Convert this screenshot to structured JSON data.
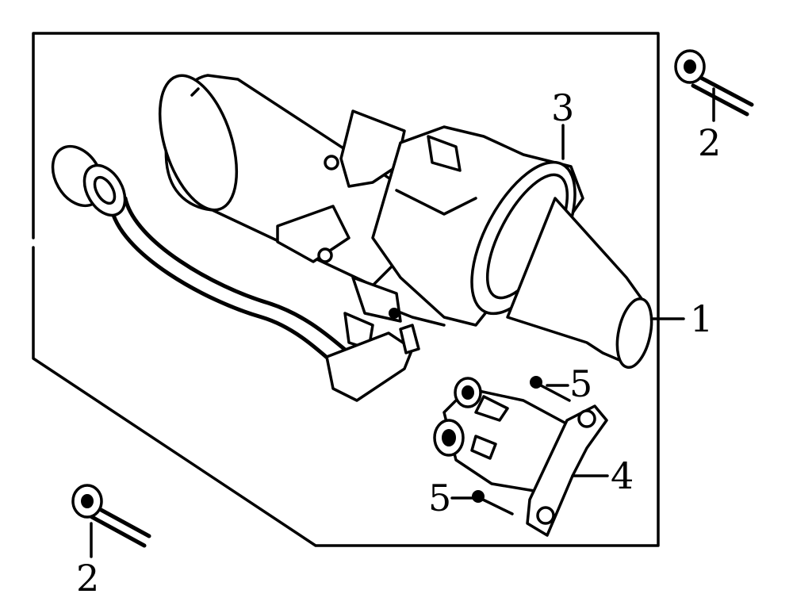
{
  "callouts": {
    "c1": "1",
    "c2_top": "2",
    "c2_bottom": "2",
    "c3": "3",
    "c4": "4",
    "c5_upper": "5",
    "c5_lower": "5"
  },
  "colors": {
    "line": "#000000",
    "background": "#ffffff"
  }
}
